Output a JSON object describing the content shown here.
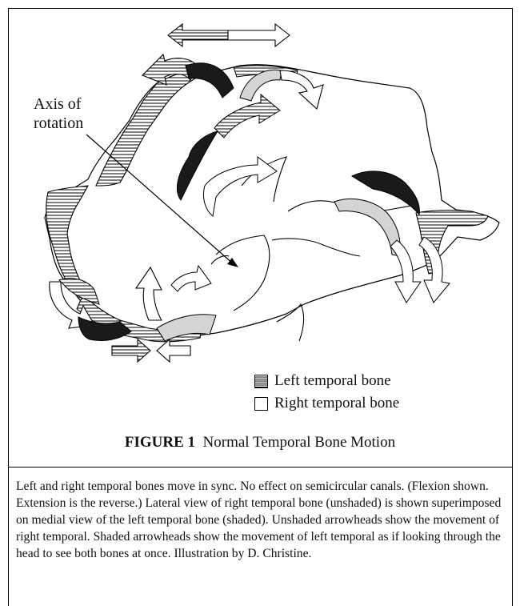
{
  "figure": {
    "axis_label_line1": "Axis of",
    "axis_label_line2": "rotation",
    "legend": {
      "left": "Left temporal bone",
      "right": "Right temporal bone"
    },
    "title_number": "FIGURE 1",
    "title_text": "Normal Temporal Bone Motion"
  },
  "caption": "Left and right temporal bones move in sync. No effect on semicircular canals. (Flexion shown. Extension is the reverse.) Lateral view of right temporal bone (unshaded) is shown superimposed on medial view of the left temporal bone (shaded). Unshaded arrowheads show the movement of right temporal. Shaded arrowheads show the movement of left temporal as if looking through the head to see both bones at once. Illustration by D. Christine.",
  "colors": {
    "dark_arrow": "#1a1a1a",
    "gray_arrow": "#d4d4d4",
    "line": "#000000"
  }
}
